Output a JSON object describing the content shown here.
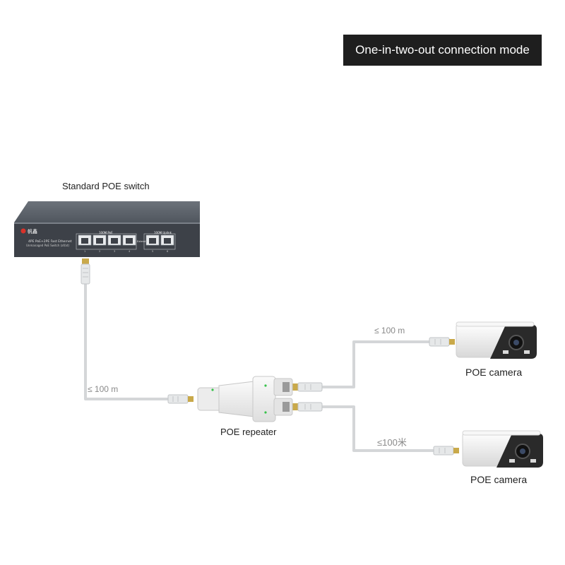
{
  "title": "One-in-two-out connection mode",
  "switch": {
    "label": "Standard POE switch",
    "brand": "帆鑫",
    "model_line1": "4PE PoE+2PE Fast Ethernet",
    "model_line2": "Unmanaged PoE Switch (af/at)",
    "poe_group_label": "100M PoE",
    "uplink_group_label": "100M Uplink",
    "extend_label": "Extend",
    "port_numbers": [
      "1",
      "2",
      "3",
      "4",
      "5",
      "6"
    ]
  },
  "repeater": {
    "label": "POE repeater"
  },
  "cameras": [
    {
      "label": "POE camera"
    },
    {
      "label": "POE camera"
    }
  ],
  "distances": {
    "switch_to_repeater": "≤ 100 m",
    "repeater_to_camera1": "≤ 100 m",
    "repeater_to_camera2": "≤100米"
  },
  "colors": {
    "title_bg": "#1e1e1e",
    "switch_body": "#4a4f56",
    "cable": "#d4d6d8",
    "camera_body": "#f2f2f2",
    "camera_front": "#2a2a2a"
  }
}
